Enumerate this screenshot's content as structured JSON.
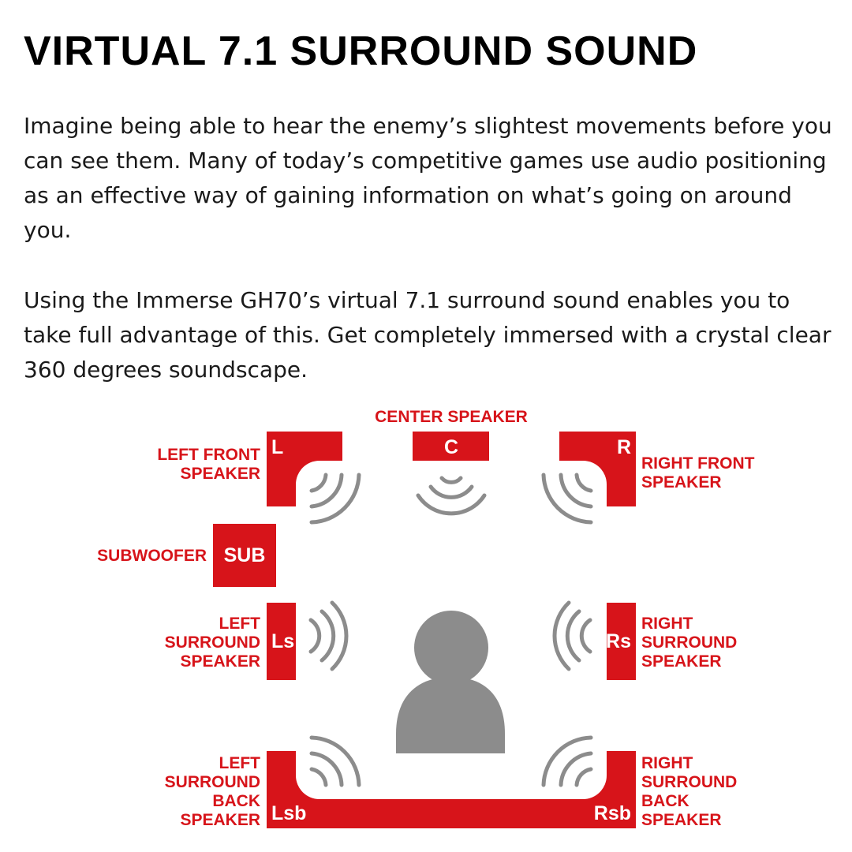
{
  "heading": "VIRTUAL 7.1 SURROUND SOUND",
  "paragraphs": [
    "Imagine being able to hear the enemy’s slightest movements before you can see them. Many of today’s competitive games use audio positioning as an effective way of gaining information on what’s going on around you.",
    "Using the Immerse GH70’s virtual 7.1 surround sound enables you to take full advantage of this. Get completely immersed with a crystal clear 360 degrees soundscape."
  ],
  "colors": {
    "accent": "#d7141a",
    "wave": "#8c8c8c",
    "person": "#8c8c8c",
    "text": "#1a1a1a"
  },
  "speakers": {
    "center": {
      "code": "C",
      "label": [
        "CENTER SPEAKER"
      ]
    },
    "left_front": {
      "code": "L",
      "label": [
        "LEFT FRONT",
        "SPEAKER"
      ]
    },
    "right_front": {
      "code": "R",
      "label": [
        "RIGHT FRONT",
        "SPEAKER"
      ]
    },
    "subwoofer": {
      "code": "SUB",
      "label": [
        "SUBWOOFER"
      ]
    },
    "left_surround": {
      "code": "Ls",
      "label": [
        "LEFT",
        "SURROUND",
        "SPEAKER"
      ]
    },
    "right_surround": {
      "code": "Rs",
      "label": [
        "RIGHT",
        "SURROUND",
        "SPEAKER"
      ]
    },
    "left_surround_back": {
      "code": "Lsb",
      "label": [
        "LEFT",
        "SURROUND",
        "BACK",
        "SPEAKER"
      ]
    },
    "right_surround_back": {
      "code": "Rsb",
      "label": [
        "RIGHT",
        "SURROUND",
        "BACK",
        "SPEAKER"
      ]
    }
  }
}
